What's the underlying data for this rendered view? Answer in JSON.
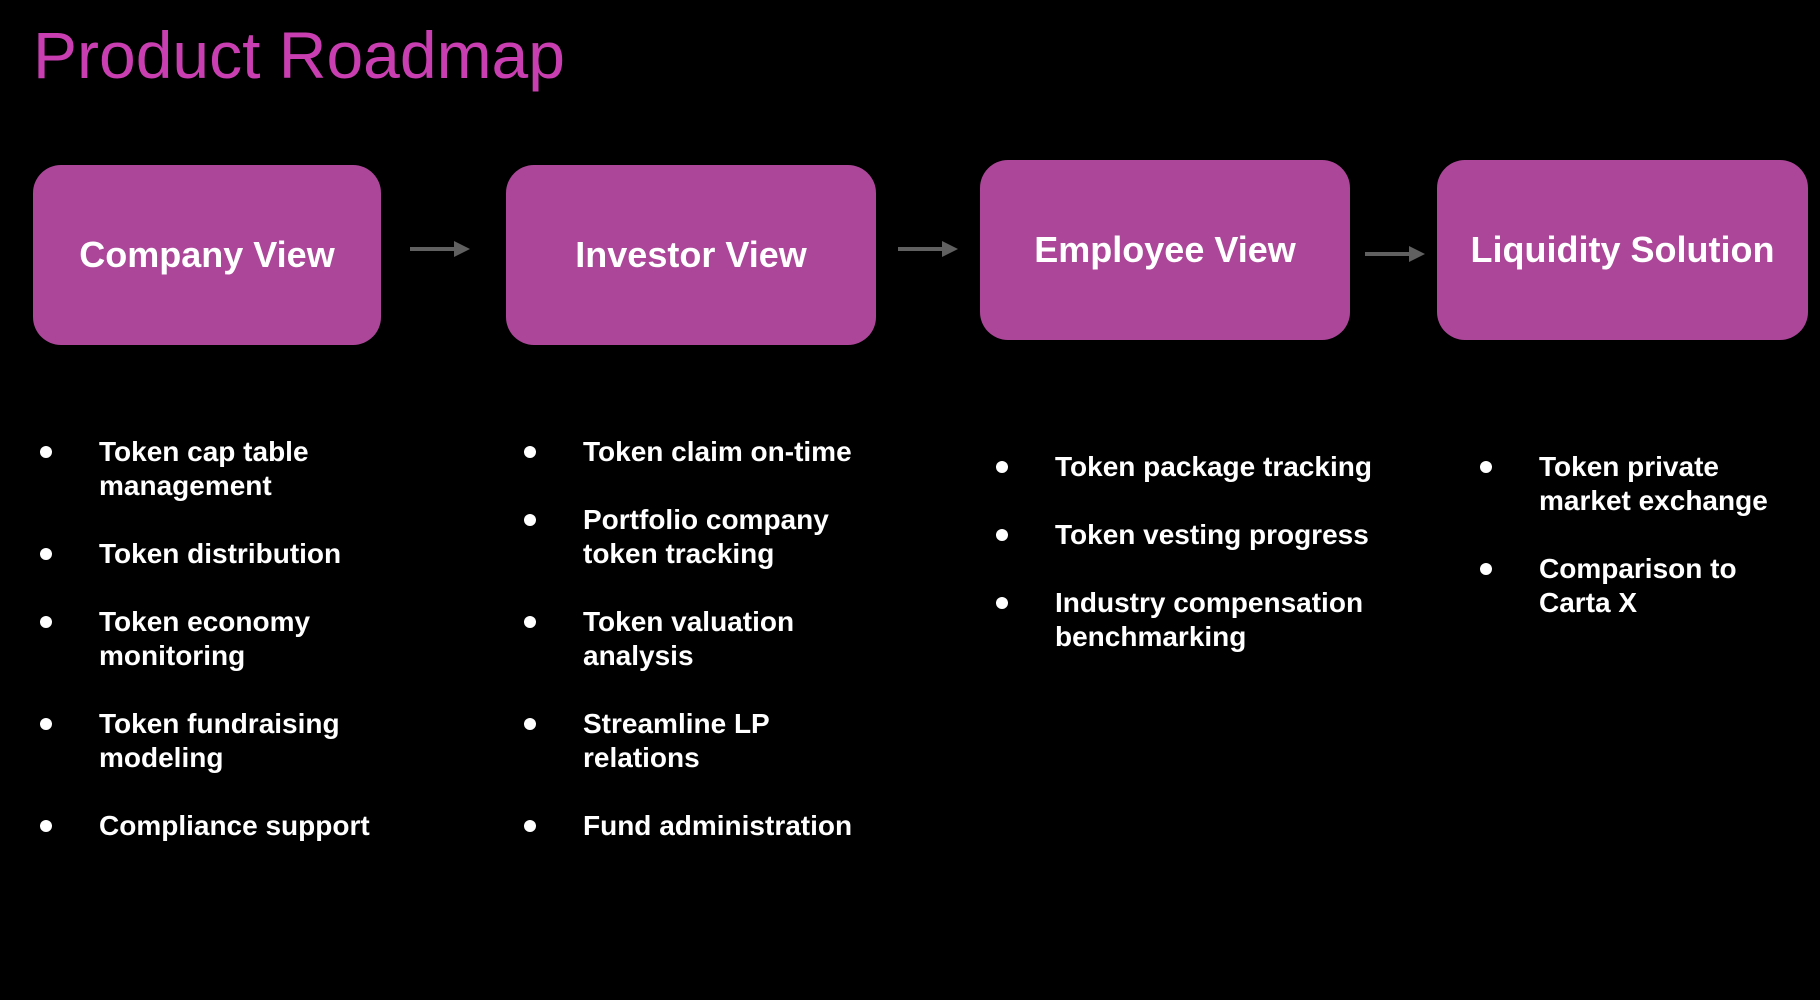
{
  "title": "Product Roadmap",
  "colors": {
    "background": "#000000",
    "title": "#c93fb1",
    "stage_fill": "#ab4698",
    "arrow": "#606060",
    "text": "#ffffff"
  },
  "stages": [
    {
      "label": "Company View",
      "items": [
        "Token cap table management",
        "Token distribution",
        "Token economy monitoring",
        "Token fundraising modeling",
        "Compliance support"
      ]
    },
    {
      "label": "Investor View",
      "items": [
        "Token claim on-time",
        "Portfolio company token tracking",
        "Token valuation analysis",
        "Streamline LP relations",
        "Fund administration"
      ]
    },
    {
      "label": "Employee View",
      "items": [
        "Token package tracking",
        "Token vesting progress",
        "Industry compensation benchmarking"
      ]
    },
    {
      "label": "Liquidity Solution",
      "items": [
        "Token private market exchange",
        "Comparison to Carta X"
      ]
    }
  ]
}
